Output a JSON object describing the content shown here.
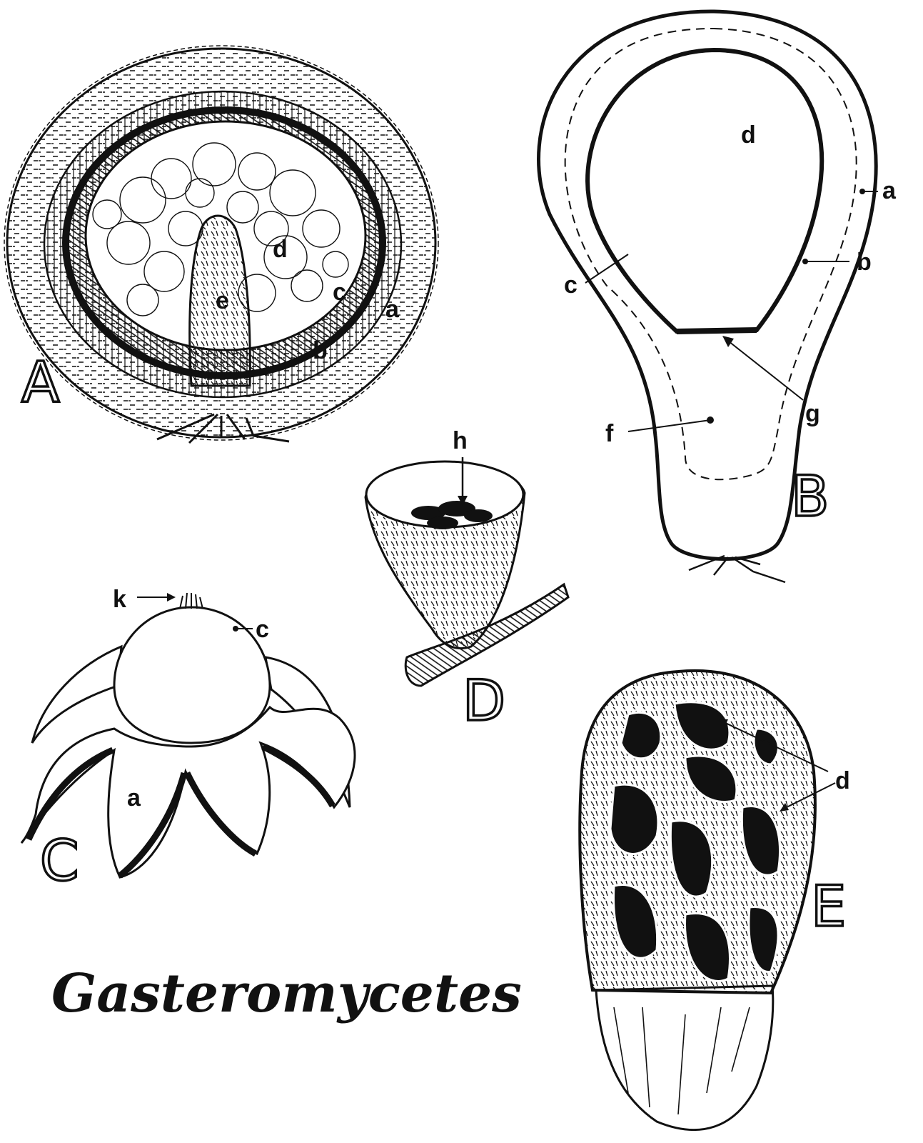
{
  "plate": {
    "title": "Gasteromycetes"
  },
  "figures": {
    "A": {
      "letter": "A",
      "labels": {
        "a": "a",
        "b": "b",
        "c": "c",
        "d": "d",
        "e": "e"
      }
    },
    "B": {
      "letter": "B",
      "labels": {
        "a": "a",
        "b": "b",
        "c": "c",
        "d": "d",
        "f": "f",
        "g": "g"
      }
    },
    "C": {
      "letter": "C",
      "labels": {
        "a": "a",
        "c": "c",
        "k": "k"
      }
    },
    "D": {
      "letter": "D",
      "labels": {
        "h": "h"
      }
    },
    "E": {
      "letter": "E",
      "labels": {
        "d": "d"
      }
    }
  },
  "colors": {
    "ink": "#111111",
    "paper": "#ffffff"
  }
}
